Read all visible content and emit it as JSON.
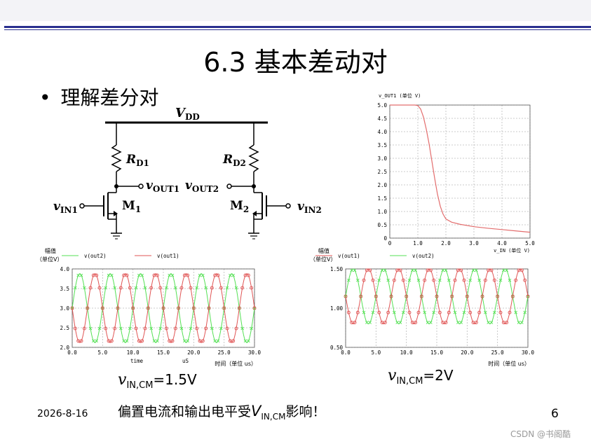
{
  "slide": {
    "title": "6.3 基本差动对",
    "bullet": "理解差分对",
    "date": "2026-8-16",
    "page": "6",
    "note_prefix": "偏置电流和输出电平受",
    "note_var": "V",
    "note_sub": "IN,CM",
    "note_suffix": "影响！",
    "watermark": "CSDN @书阁酷"
  },
  "circuit": {
    "vdd": "V",
    "vdd_sub": "DD",
    "rd1": "R",
    "rd1_sub": "D1",
    "rd2": "R",
    "rd2_sub": "D2",
    "vout1": "v",
    "vout1_sub": "OUT1",
    "vout2": "v",
    "vout2_sub": "OUT2",
    "vin1": "v",
    "vin1_sub": "IN1",
    "vin2": "v",
    "vin2_sub": "IN2",
    "m1": "M",
    "m1_sub": "1",
    "m2": "M",
    "m2_sub": "2"
  },
  "captions": {
    "left": {
      "var": "v",
      "sub": "IN,CM",
      "eq": "=1.5V"
    },
    "right": {
      "var": "v",
      "sub": "IN,CM",
      "eq": "=2V"
    }
  },
  "chart_data": [
    {
      "type": "line",
      "ylabel": "v_OUT1 (单位 V)",
      "xlabel": "v_IN (单位 V)",
      "xlim": [
        0,
        5
      ],
      "ylim": [
        0,
        5
      ],
      "xticks": [
        "0",
        "1.0",
        "2.0",
        "3.0",
        "4.0",
        "5.0"
      ],
      "yticks": [
        "0",
        "0.5",
        "1.0",
        "1.5",
        "2.0",
        "2.5",
        "3.0",
        "3.5",
        "4.0",
        "4.5",
        "5.0"
      ],
      "grid": true,
      "series": [
        {
          "color": "#e36d6d",
          "x": [
            0,
            0.5,
            0.9,
            1.0,
            1.1,
            1.2,
            1.3,
            1.4,
            1.5,
            1.6,
            1.7,
            1.8,
            1.9,
            2.0,
            2.2,
            2.5,
            3.0,
            3.5,
            4.0,
            4.5,
            5.0
          ],
          "y": [
            5.0,
            5.0,
            5.0,
            4.98,
            4.85,
            4.55,
            4.1,
            3.55,
            2.9,
            2.25,
            1.65,
            1.2,
            0.9,
            0.72,
            0.6,
            0.52,
            0.43,
            0.37,
            0.32,
            0.27,
            0.22
          ]
        }
      ]
    },
    {
      "type": "line",
      "ylabel_line1": "幅值",
      "ylabel_line2": "（单位V）",
      "xlabel_left": "time",
      "xlabel_mid": "uS",
      "xlabel_right": "时间（单位 us）",
      "legend": [
        "v(out2)",
        "v(out1)"
      ],
      "xlim": [
        0,
        30
      ],
      "ylim": [
        2.0,
        4.0
      ],
      "xticks": [
        "0.0",
        "5.0",
        "10.0",
        "15.0",
        "20.0",
        "25.0",
        "30.0"
      ],
      "yticks": [
        "2.0",
        "2.5",
        "3.0",
        "3.5",
        "4.0"
      ],
      "grid": true,
      "period": 5.0,
      "series": [
        {
          "name": "v(out2)",
          "color": "#55e055",
          "marker": "x",
          "offset": 3.0,
          "amplitude": 0.88,
          "phase": 0
        },
        {
          "name": "v(out1)",
          "color": "#e05555",
          "marker": "o",
          "offset": 3.0,
          "amplitude": 0.88,
          "phase": 3.14159
        }
      ]
    },
    {
      "type": "line",
      "ylabel_line1": "幅值",
      "ylabel_line2": "（单位V）",
      "xlabel_right": "时间（单位 us）",
      "legend": [
        "v(out1)",
        "v(out2)"
      ],
      "xlim": [
        0,
        30
      ],
      "ylim": [
        0.5,
        1.5
      ],
      "xticks": [
        "0.0",
        "5.0",
        "10.0",
        "15.0",
        "20.0",
        "25.0",
        "30.0"
      ],
      "yticks": [
        "0.50",
        "1.00",
        "1.50"
      ],
      "grid": true,
      "period": 5.0,
      "series": [
        {
          "name": "v(out2)",
          "color": "#55e055",
          "marker": "x",
          "offset": 1.15,
          "amplitude": 0.35,
          "phase": 0
        },
        {
          "name": "v(out1)",
          "color": "#e05555",
          "marker": "o",
          "offset": 1.15,
          "amplitude": 0.35,
          "phase": 3.14159
        }
      ]
    }
  ]
}
